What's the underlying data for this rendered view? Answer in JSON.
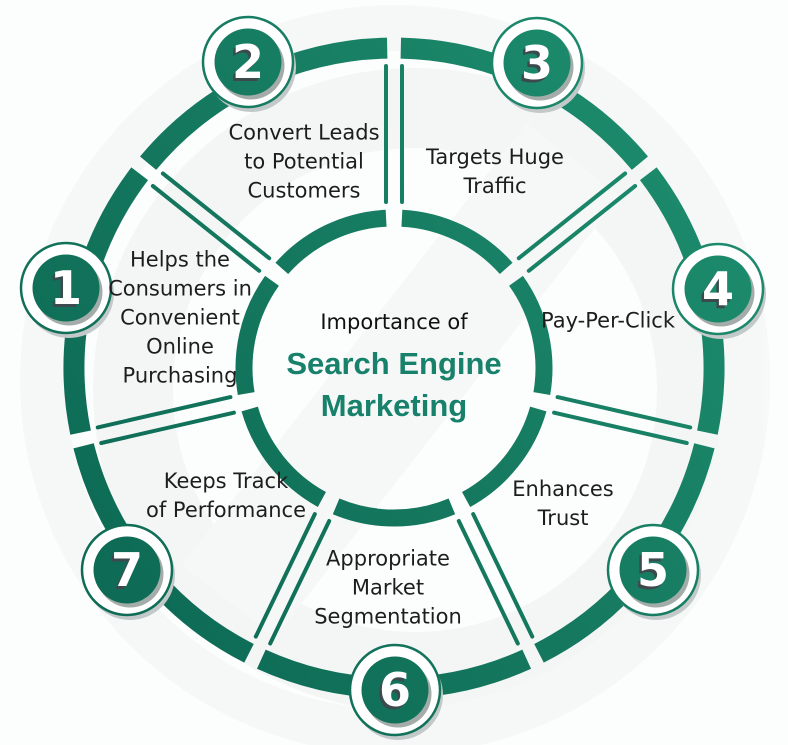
{
  "diagram": {
    "center": {
      "kicker": "Importance of",
      "title": [
        "Search Engine",
        "Marketing"
      ]
    },
    "items": [
      {
        "number": "1",
        "label": [
          "Helps the",
          "Consumers in",
          "Convenient",
          "Online",
          "Purchasing"
        ]
      },
      {
        "number": "2",
        "label": [
          "Convert Leads",
          "to Potential",
          "Customers"
        ]
      },
      {
        "number": "3",
        "label": [
          "Targets Huge",
          "Traffic"
        ]
      },
      {
        "number": "4",
        "label": [
          "Pay-Per-Click"
        ]
      },
      {
        "number": "5",
        "label": [
          "Enhances",
          "Trust"
        ]
      },
      {
        "number": "6",
        "label": [
          "Appropriate",
          "Market",
          "Segmentation"
        ]
      },
      {
        "number": "7",
        "label": [
          "Keeps Track",
          "of Performance"
        ]
      }
    ],
    "colors": {
      "teal_dark": "#0c6853",
      "teal": "#14795f",
      "teal_light": "#1e8e6f",
      "title_teal": "#17816b",
      "label_text": "#1d1d1d",
      "number_shadow": "#3c4a4e",
      "badge_shadow_gray": "#bcc3c3",
      "background": "#fcfdfd"
    }
  }
}
